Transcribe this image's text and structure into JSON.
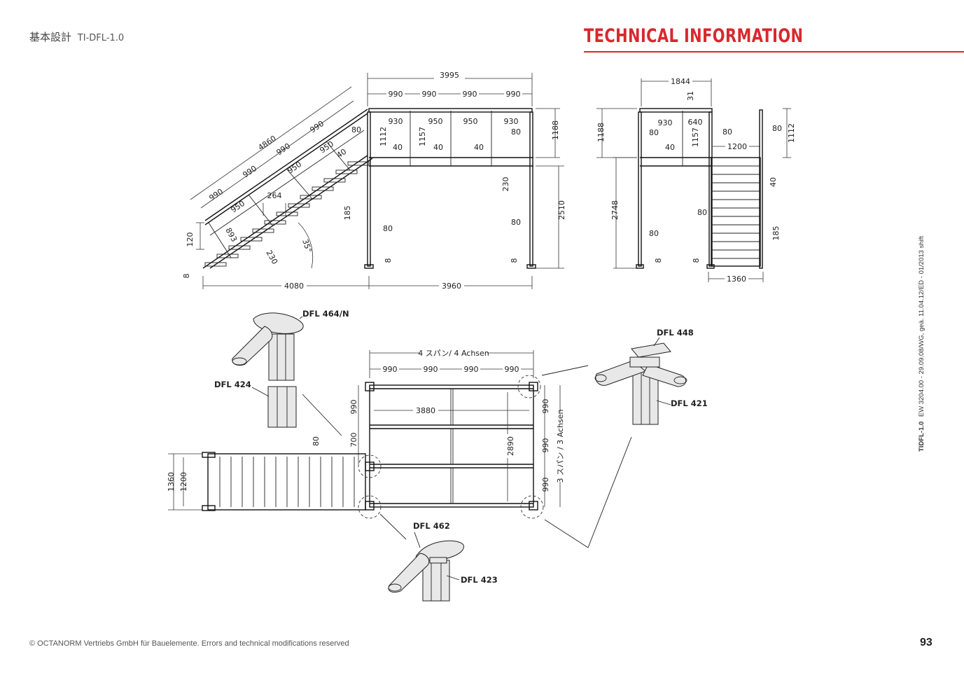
{
  "header": {
    "title_jp": "基本設計",
    "code": "TI-DFL-1.0",
    "section": "TECHNICAL INFORMATION"
  },
  "side_note": {
    "code": "TIDFL-1.0",
    "text": "EW 3204.00 - 29.09.08/WG, geä. 11.04.12/ED - 01/2013 shift"
  },
  "footer": {
    "copyright": "© OCTANORM Vertriebs GmbH für Bauelemente. Errors and technical modifications reserved",
    "page": "93"
  },
  "side_view": {
    "top_total": "3995",
    "spans": [
      "990",
      "990",
      "990",
      "990"
    ],
    "panels": [
      "930",
      "950",
      "950",
      "930"
    ],
    "stair_length": "4860",
    "stair_spans": [
      "990",
      "990",
      "990",
      "990"
    ],
    "stair_panels": [
      "950",
      "950",
      "950"
    ],
    "h1112": "1112",
    "h1157": "1157",
    "h1188": "1188",
    "v80": "80",
    "v40": "40",
    "v230": "230",
    "v2510": "2510",
    "v185": "185",
    "v264": "264",
    "v120": "120",
    "v893": "893",
    "v230b": "230",
    "angle": "35°",
    "v8": "8",
    "bottom_left": "4080",
    "bottom_right": "3960"
  },
  "front_view": {
    "top_total": "1844",
    "v31": "31",
    "v930": "930",
    "v640": "640",
    "v1188": "1188",
    "v1112": "1112",
    "v1157": "1157",
    "v1200": "1200",
    "v2748": "2748",
    "v80": "80",
    "v40": "40",
    "v185": "185",
    "v8": "8",
    "bottom": "1360"
  },
  "plan_view": {
    "top_label": "4 スパン/ 4 Achsen",
    "spans": [
      "990",
      "990",
      "990",
      "990"
    ],
    "inner_width": "3880",
    "inner_depth": "2890",
    "right_spans": [
      "990",
      "990",
      "990"
    ],
    "right_label": "3 スパン / 3 Achsen",
    "left_990": "990",
    "left_700": "700",
    "v80": "80",
    "stair_outer": "1360",
    "stair_inner": "1200"
  },
  "part_labels": {
    "dfl464": "DFL 464/N",
    "dfl424": "DFL 424",
    "dfl448": "DFL 448",
    "dfl421": "DFL 421",
    "dfl462": "DFL 462",
    "dfl423": "DFL 423"
  }
}
